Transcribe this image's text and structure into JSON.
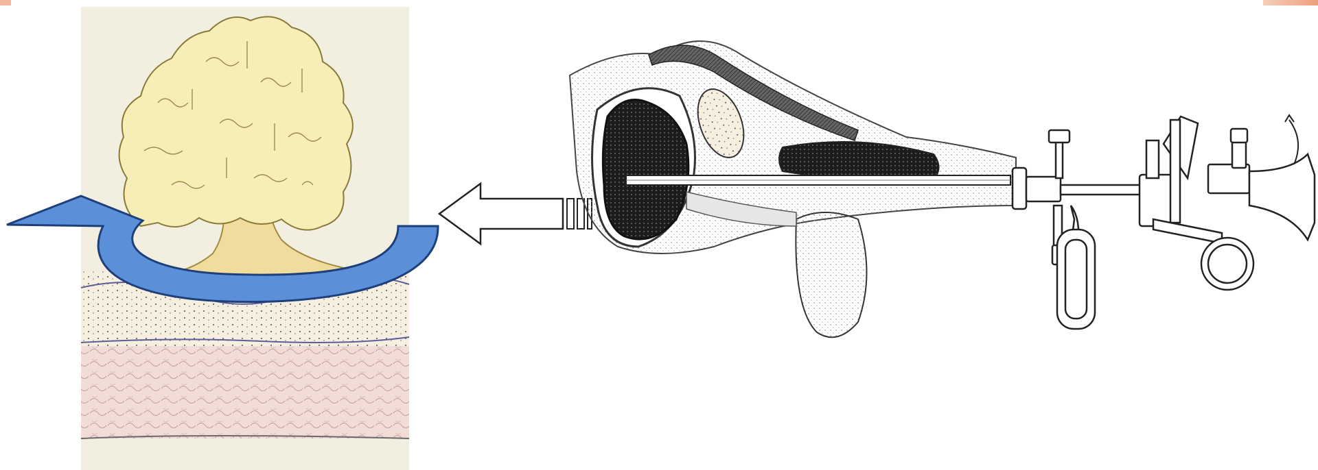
{
  "figure": {
    "panels": [
      "tumor-cross-section",
      "resectoscope-in-bladder"
    ],
    "arrows": [
      "resection-direction-arrow",
      "insertion-direction-arrow"
    ]
  },
  "colors": {
    "tumor": "#f4e8a6",
    "tumor_outline": "#8a7a3a",
    "tissue_background": "#f3efe0",
    "tissue_pink": "#efd6cf",
    "blue_arrow": "#5b8fd8",
    "blue_arrow_edge": "#1d3f7a",
    "line_art": "#222222",
    "corner_accent": "#f1b79c"
  }
}
